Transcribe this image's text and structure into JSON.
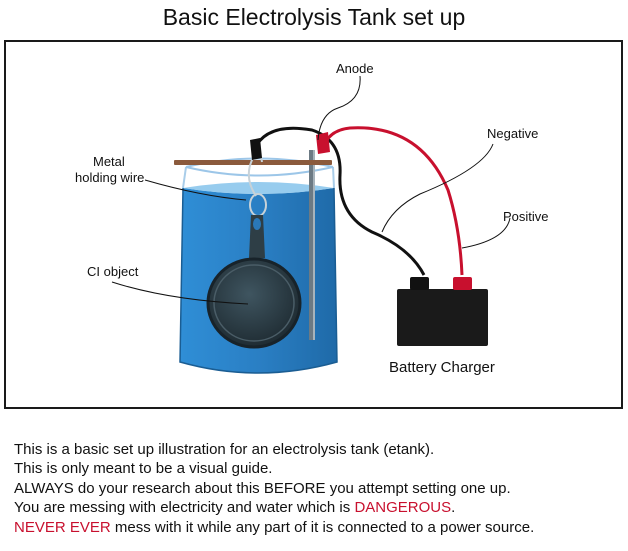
{
  "title": "Basic Electrolysis Tank set up",
  "labels": {
    "anode": "Anode",
    "negative": "Negative",
    "metal_line1": "Metal",
    "metal_line2": "holding wire",
    "positive": "Positive",
    "ci_object": "CI object",
    "battery": "Battery Charger"
  },
  "colors": {
    "water": "#2d86c9",
    "water_light": "#5aa8de",
    "rod": "#8b5a3c",
    "positive_wire": "#c8102e",
    "battery_body": "#1a1a1a",
    "danger_text": "#c8102e"
  },
  "notes": {
    "line1": "This is a basic set up illustration for an electrolysis tank (etank).",
    "line2": "This is only meant to be a visual guide.",
    "line3": "ALWAYS do your research about this BEFORE you attempt setting one up.",
    "line4_pre": "You are messing with electricity and water which is ",
    "line4_danger": "DANGEROUS",
    "line4_post": ".",
    "line5_danger": "NEVER EVER",
    "line5_post": " mess with it while any part of it is connected to a power source."
  }
}
